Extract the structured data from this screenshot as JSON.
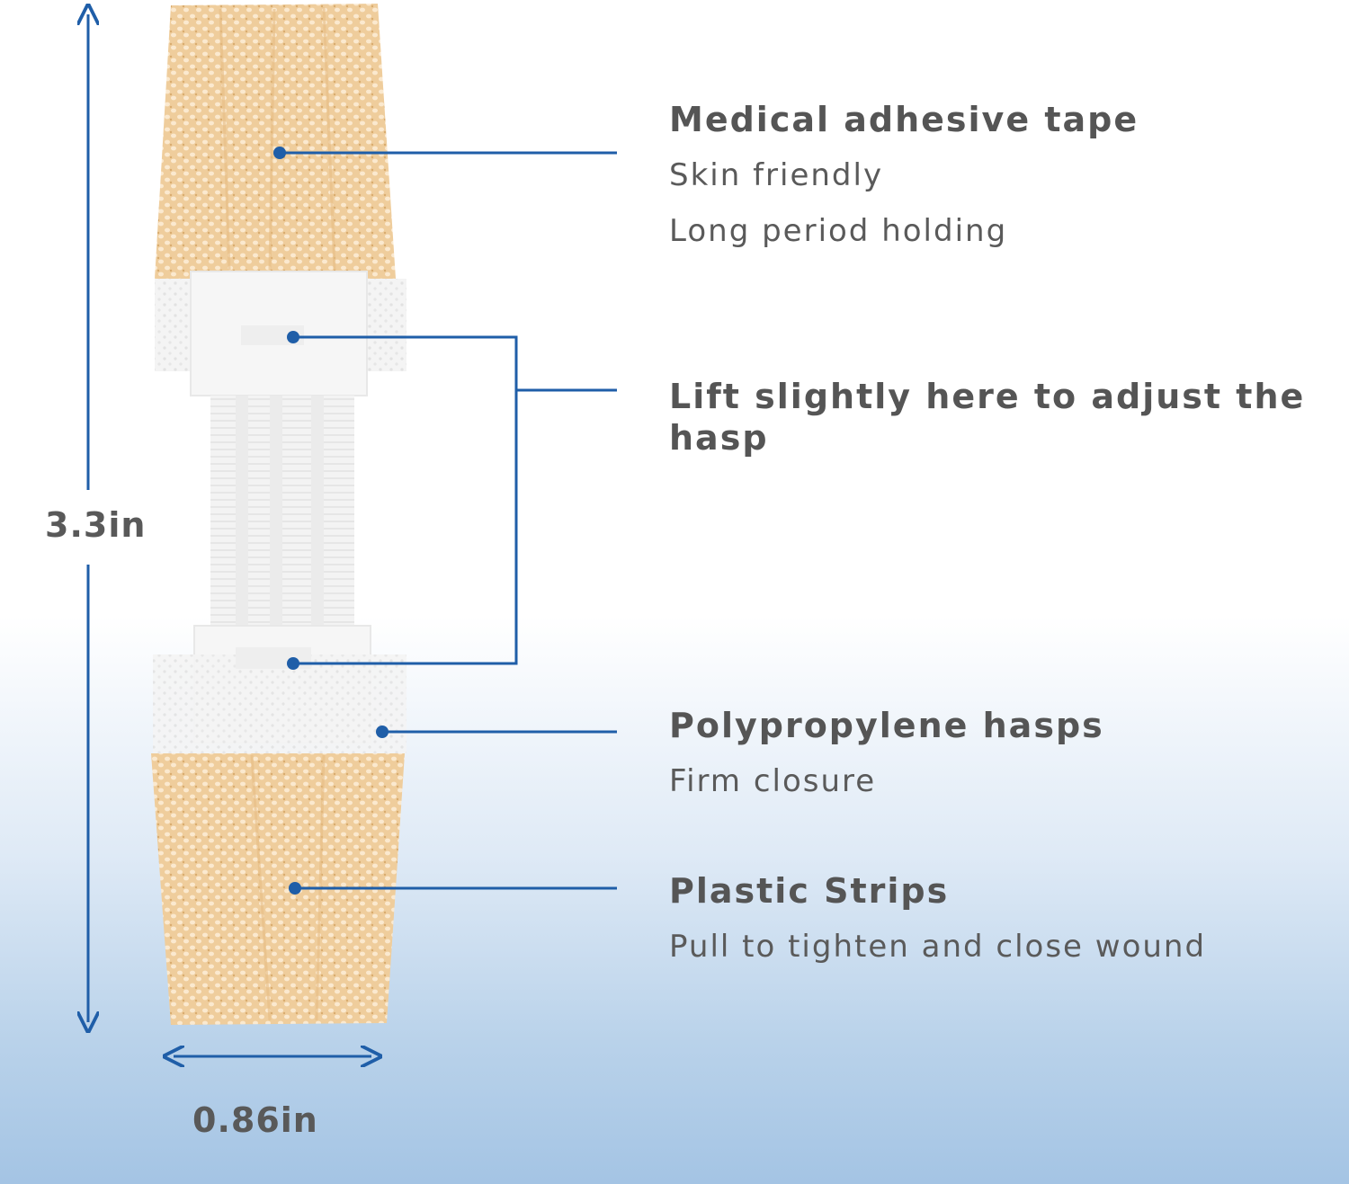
{
  "dimensions": {
    "height_label": "3.3in",
    "width_label": "0.86in"
  },
  "callouts": [
    {
      "title": "Medical adhesive tape",
      "lines": [
        "Skin friendly",
        "Long period holding"
      ]
    },
    {
      "title": "Lift slightly here to adjust the hasp",
      "lines": []
    },
    {
      "title": "Polypropylene hasps",
      "lines": [
        "Firm closure"
      ]
    },
    {
      "title": "Plastic Strips",
      "lines": [
        "Pull to tighten and close wound"
      ]
    }
  ],
  "colors": {
    "leader_line": "#1f5ea8",
    "text": "#555555",
    "tape": "#f0cf9e",
    "plastic": "#f2f2f2"
  }
}
